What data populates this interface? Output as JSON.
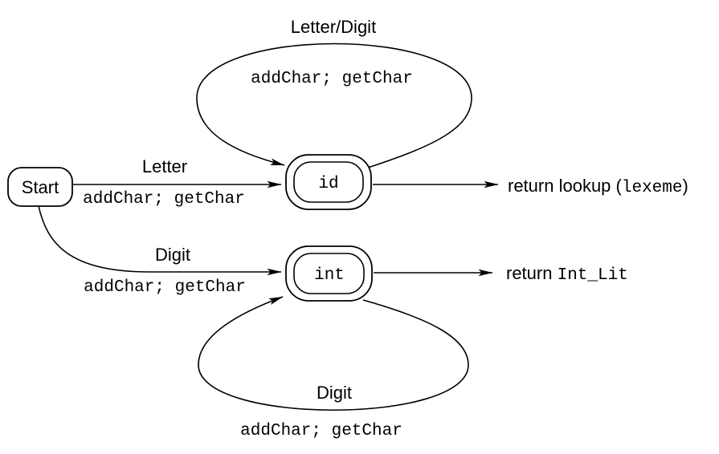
{
  "diagram": {
    "type": "state-diagram",
    "states": [
      {
        "label": "Start",
        "accepting": false
      },
      {
        "label": "id",
        "accepting": true
      },
      {
        "label": "int",
        "accepting": true
      }
    ],
    "transitions": [
      {
        "from": "Start",
        "to": "id",
        "condition": "Letter",
        "action": "addChar; getChar"
      },
      {
        "from": "Start",
        "to": "int",
        "condition": "Digit",
        "action": "addChar; getChar"
      },
      {
        "from": "id",
        "to": "id",
        "condition": "Letter/Digit",
        "action": "addChar; getChar"
      },
      {
        "from": "int",
        "to": "int",
        "condition": "Digit",
        "action": "addChar; getChar"
      }
    ],
    "outputs": [
      {
        "from": "id",
        "prefix": "return lookup (",
        "code": "lexeme",
        "suffix": ")"
      },
      {
        "from": "int",
        "prefix": "return ",
        "code": "Int_Lit",
        "suffix": ""
      }
    ],
    "colors": {
      "ink": "#000000",
      "background": "#ffffff"
    }
  }
}
